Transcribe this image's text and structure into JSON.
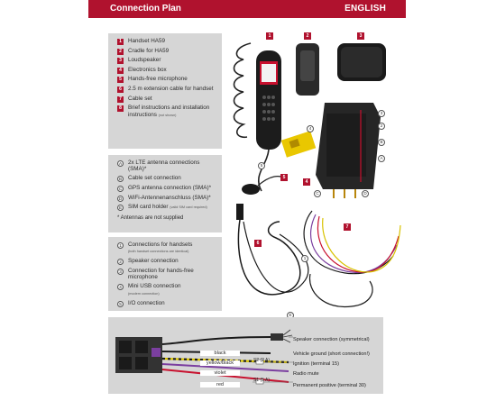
{
  "header": {
    "title": "Connection Plan",
    "language": "ENGLISH"
  },
  "components": [
    {
      "num": "1",
      "label": "Handset HA59",
      "note": ""
    },
    {
      "num": "2",
      "label": "Cradle for HA59",
      "note": ""
    },
    {
      "num": "3",
      "label": "Loudspeaker",
      "note": ""
    },
    {
      "num": "4",
      "label": "Electronics box",
      "note": ""
    },
    {
      "num": "5",
      "label": "Hands-free microphone",
      "note": ""
    },
    {
      "num": "6",
      "label": "2.5 m extension cable for handset",
      "note": ""
    },
    {
      "num": "7",
      "label": "Cable set",
      "note": ""
    },
    {
      "num": "8",
      "label": "Brief instructions and installation instructions",
      "note": "(not shown)"
    }
  ],
  "connectors": [
    {
      "id": "A",
      "label": "2x LTE antenna connections (SMA)*",
      "note": ""
    },
    {
      "id": "B",
      "label": "Cable set connection",
      "note": ""
    },
    {
      "id": "C",
      "label": "GPS antenna connection (SMA)*",
      "note": ""
    },
    {
      "id": "D",
      "label": "WiFi-Antennenanschluss (SMA)*",
      "note": ""
    },
    {
      "id": "E",
      "label": "SIM card holder",
      "note": "(valid SIM card required)"
    }
  ],
  "antenna_note": "* Antennas are not supplied",
  "connections": [
    {
      "num": "1",
      "label": "Connections for handsets",
      "note": "(both handset connections are identical)"
    },
    {
      "num": "2",
      "label": "Speaker connection",
      "note": ""
    },
    {
      "num": "3",
      "label": "Connection for hands-free microphone",
      "note": ""
    },
    {
      "num": "4",
      "label": "Mini USB connection",
      "note": "(modem connection)"
    },
    {
      "num": "5",
      "label": "I/O connection",
      "note": ""
    }
  ],
  "wiring": {
    "wire_colors": [
      "black",
      "yellow/black",
      "violet",
      "red"
    ],
    "fuses": [
      "S2 (2 A)",
      "S1 (5 A)"
    ],
    "functions": [
      "Speaker connection (symmetrical)",
      "Vehicle ground (short connection!)",
      "Ignition (terminal 15)",
      "Radio mute",
      "Permanent positive (terminal 30)"
    ]
  },
  "colors": {
    "brand_red": "#b0122e",
    "panel_gray": "#d6d6d6"
  }
}
